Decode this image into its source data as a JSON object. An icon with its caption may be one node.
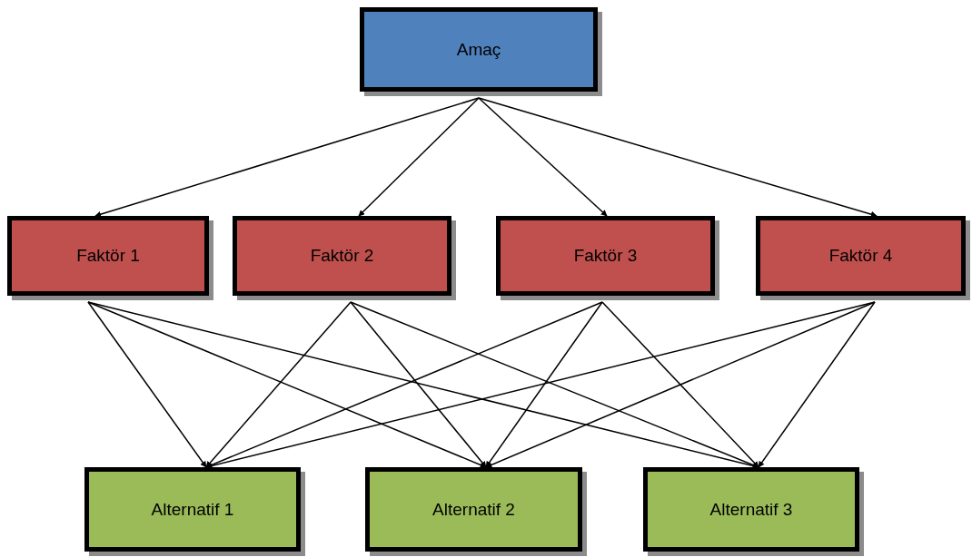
{
  "diagram": {
    "nodes": [
      {
        "text": [
          "Amaç"
        ]
      },
      {
        "text": [
          "Faktör 1"
        ]
      },
      {
        "text": [
          "Faktör 2"
        ]
      },
      {
        "text": [
          "Faktör 3"
        ]
      },
      {
        "text": [
          "Faktör 4"
        ]
      },
      {
        "text": [
          "Alternatif 1"
        ]
      },
      {
        "text": [
          "Alternatif 2"
        ]
      },
      {
        "text": [
          "Alternatif 3"
        ]
      }
    ],
    "edges": [
      {
        "from": 0,
        "to": 1,
        "arrow": "to"
      },
      {
        "from": 0,
        "to": 2,
        "arrow": "to"
      },
      {
        "from": 0,
        "to": 3,
        "arrow": "to"
      },
      {
        "from": 0,
        "to": 4,
        "arrow": "to"
      },
      {
        "from": 1,
        "to": 5,
        "arrow": "to"
      },
      {
        "from": 1,
        "to": 6,
        "arrow": "to"
      },
      {
        "from": 1,
        "to": 7,
        "arrow": "to"
      },
      {
        "from": 2,
        "to": 5,
        "arrow": "to"
      },
      {
        "from": 2,
        "to": 6,
        "arrow": "to"
      },
      {
        "from": 2,
        "to": 7,
        "arrow": "to"
      },
      {
        "from": 3,
        "to": 5,
        "arrow": "to"
      },
      {
        "from": 3,
        "to": 6,
        "arrow": "to"
      },
      {
        "from": 3,
        "to": 7,
        "arrow": "to"
      },
      {
        "from": 4,
        "to": 5,
        "arrow": "to"
      },
      {
        "from": 4,
        "to": 6,
        "arrow": "to"
      },
      {
        "from": 4,
        "to": 7,
        "arrow": "to"
      }
    ]
  }
}
